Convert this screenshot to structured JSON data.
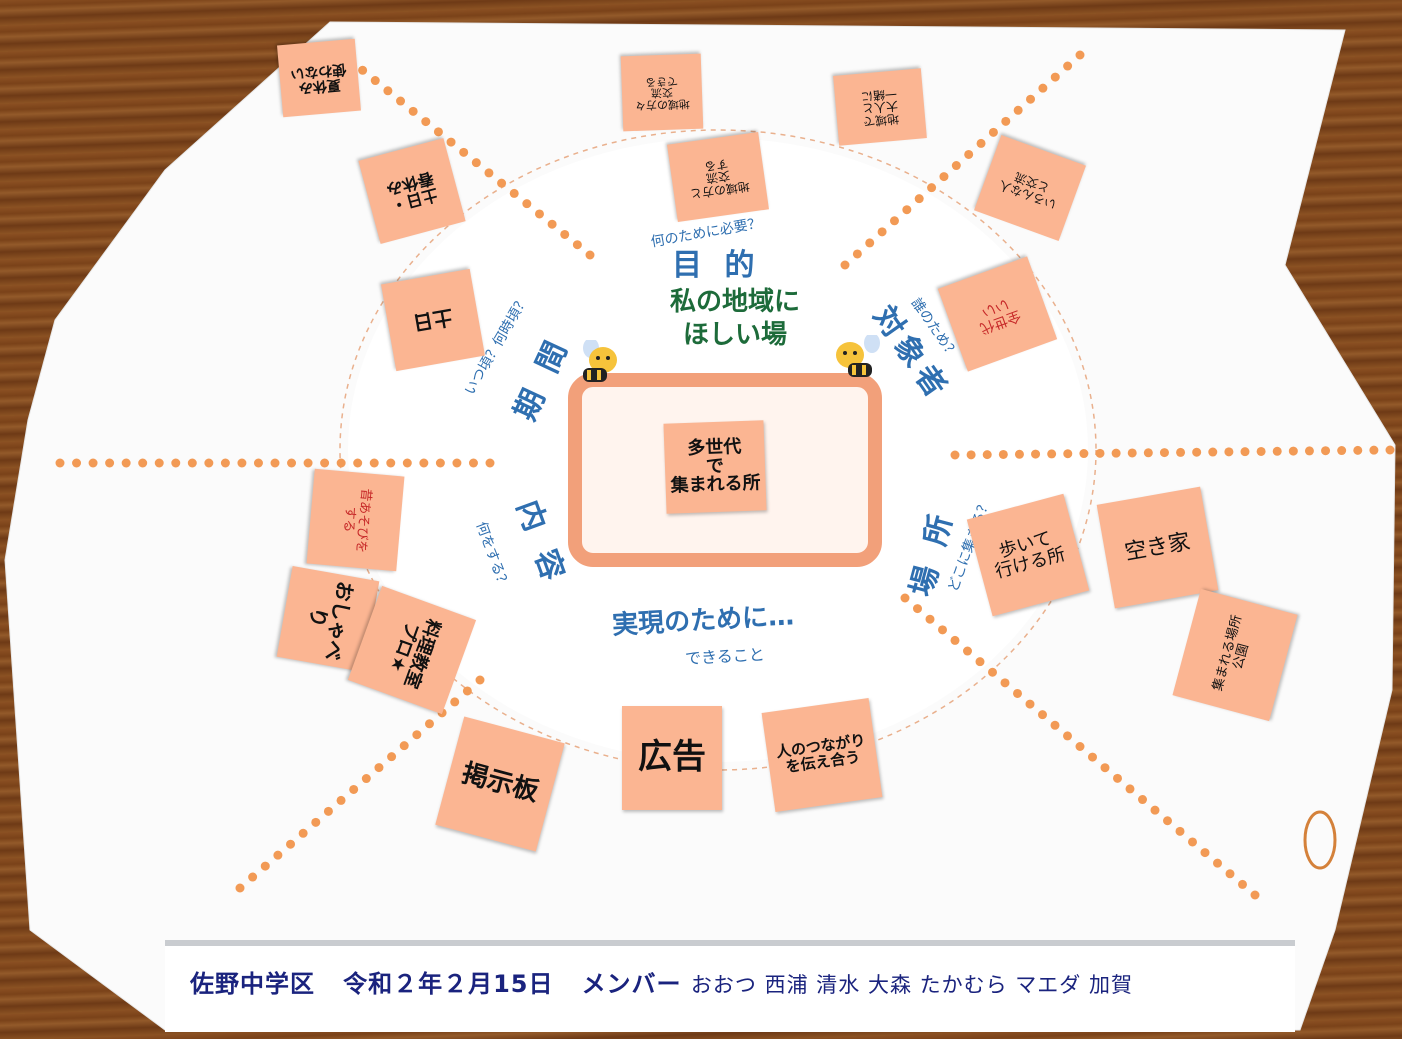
{
  "center": {
    "title_line1": "私の地域に",
    "title_line2": "ほしい場",
    "center_note": "多世代\nで\n集まれる所"
  },
  "sections": {
    "purpose": {
      "main": "目 的",
      "sub": "何のために必要？"
    },
    "target": {
      "main": "対象者",
      "sub": "誰のため？"
    },
    "place": {
      "main": "場 所",
      "sub": "どこに集まる？"
    },
    "content": {
      "main": "内 容",
      "sub": "何をする？"
    },
    "period": {
      "main": "期 間",
      "sub": "いつ頃？何時頃？"
    },
    "realize": {
      "main": "実現のために…",
      "sub": "できること"
    }
  },
  "notes": [
    {
      "text": "地域の方々\n交流\nできる",
      "rot": 178
    },
    {
      "text": "地域の方と\n交流\nする",
      "rot": 172
    },
    {
      "text": "地域で\n大人と\n一緒に",
      "rot": 175
    },
    {
      "text": "いろんな人\nと交流",
      "rot": 200
    },
    {
      "text": "全世代\nいい",
      "rot": 160
    },
    {
      "text": "夏休み\n使わない",
      "rot": 175
    },
    {
      "text": "土日・\n春休み",
      "rot": 165
    },
    {
      "text": "土日",
      "rot": 170
    },
    {
      "text": "昔あそびを\nする",
      "rot": 95
    },
    {
      "text": "おしゃべり",
      "rot": 100
    },
    {
      "text": "料理教室\nプロ★",
      "rot": 110
    },
    {
      "text": "掲示板",
      "rot": 15
    },
    {
      "text": "広告",
      "rot": 0
    },
    {
      "text": "人のつながり\nを伝え合う",
      "rot": -8
    },
    {
      "text": "歩いて\n行ける所",
      "rot": -15
    },
    {
      "text": "空き家",
      "rot": -10
    },
    {
      "text": "集まれる場所\n公園",
      "rot": -75
    }
  ],
  "footer": {
    "district": "佐野中学区",
    "date": "令和２年２月15日",
    "members_label": "メンバー",
    "members": "おおつ 西浦 清水 大森 たかむら マエダ 加賀"
  },
  "colors": {
    "note": "#fbb592",
    "dots": "#f29a55",
    "label_blue": "#2f6fb0",
    "title_green": "#1d6b3a",
    "frame": "#f2a07a"
  }
}
